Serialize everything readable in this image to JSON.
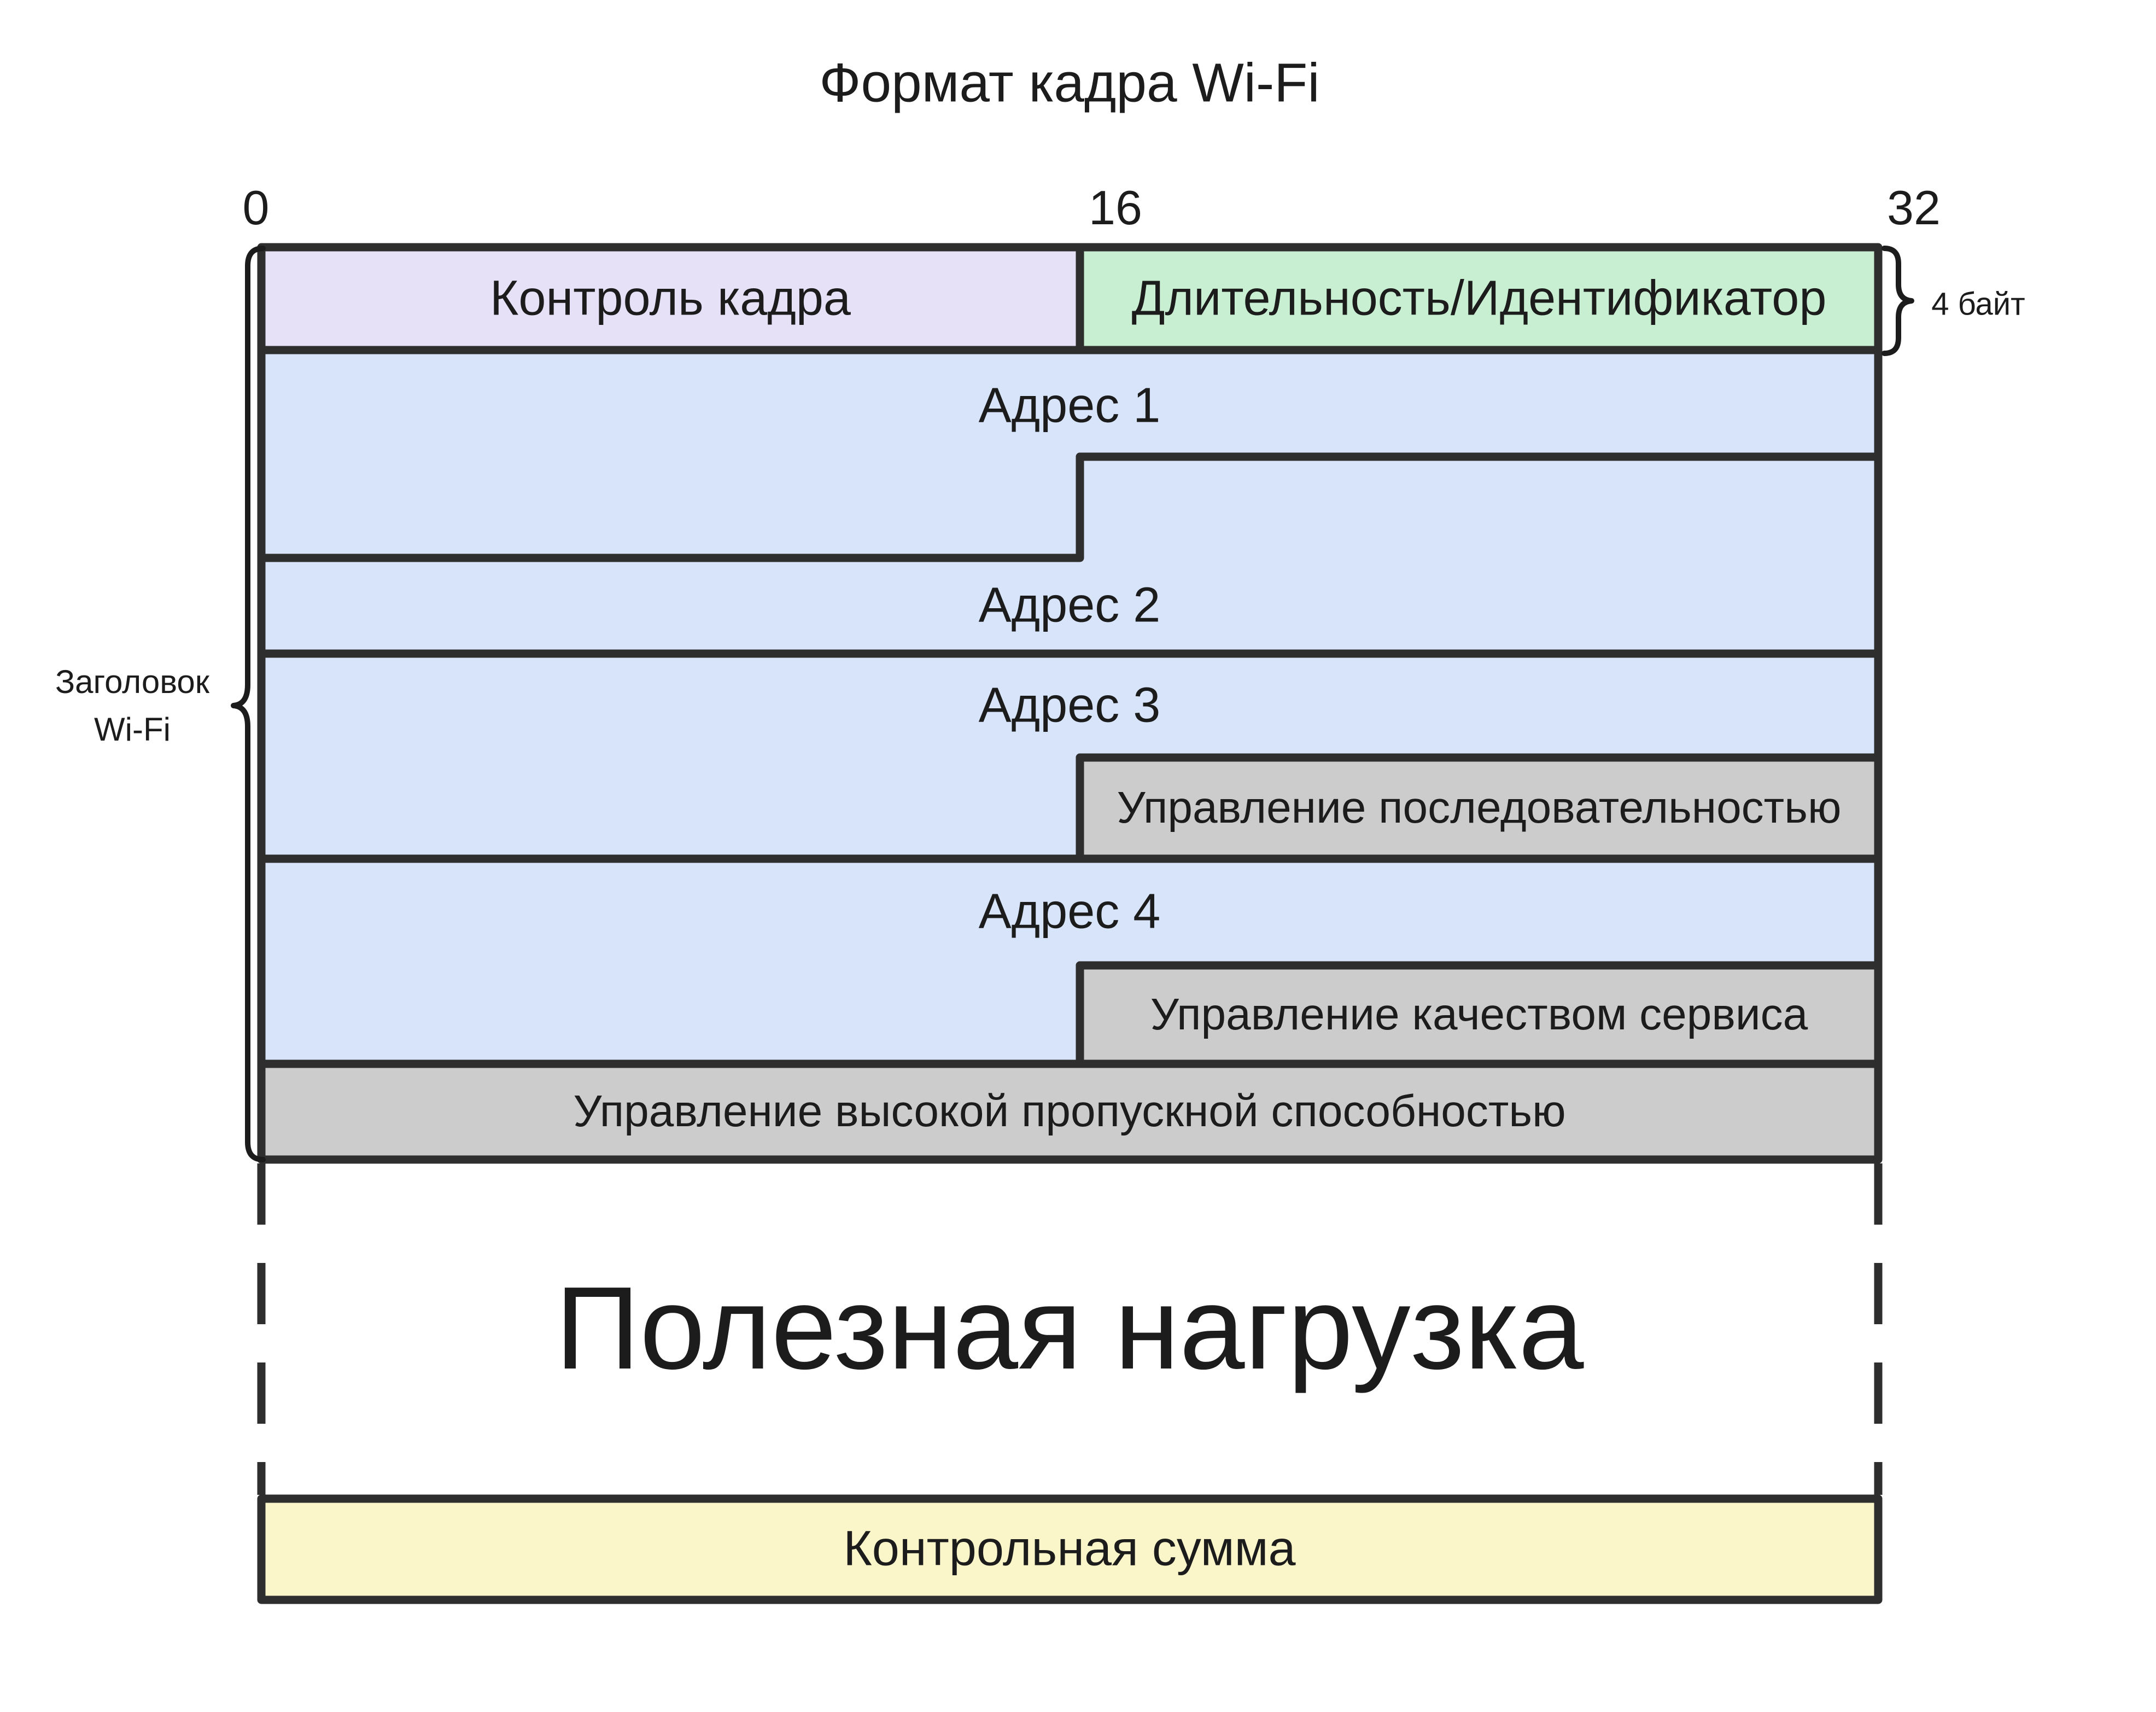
{
  "title": "Формат кадра Wi-Fi",
  "axis": {
    "bits": [
      "0",
      "16",
      "32"
    ]
  },
  "annotations": {
    "header_brace_line1": "Заголовок",
    "header_brace_line2": "Wi-Fi",
    "row_bytes": "4 байт"
  },
  "fields": {
    "frame_control": "Контроль кадра",
    "duration_id": "Длительность/Идентификатор",
    "address1": "Адрес 1",
    "address2": "Адрес 2",
    "address3": "Адрес 3",
    "sequence_control": "Управление последовательностью",
    "address4": "Адрес 4",
    "qos_control": "Управление качеством сервиса",
    "ht_control": "Управление высокой пропускной способностью",
    "payload": "Полезная нагрузка",
    "checksum": "Контрольная сумма"
  },
  "colors": {
    "border": "#2e2e2e",
    "text": "#1c1c1c",
    "frame_control_fill": "#e6e1f7",
    "duration_fill": "#c9efd3",
    "address_fill": "#d7e4fa",
    "control_fill": "#cccccc",
    "checksum_fill": "#fbf6c9",
    "background": "#ffffff"
  }
}
